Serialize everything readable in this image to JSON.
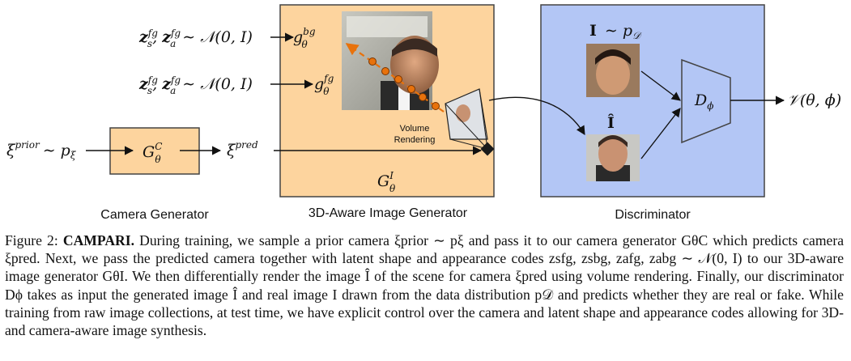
{
  "figure": {
    "modules": {
      "camera_generator": {
        "label": "Camera Generator",
        "symbol": "G",
        "sup": "C",
        "sub": "θ"
      },
      "image_generator": {
        "label": "3D-Aware Image Generator",
        "symbol": "G",
        "sup": "I",
        "sub": "θ"
      },
      "discriminator": {
        "label": "Discriminator",
        "symbol": "D",
        "sub": "ϕ"
      }
    },
    "inputs": {
      "bg_codes": "z",
      "fg_codes": "z",
      "prior": "ξ",
      "prior_sup": "prior",
      "prior_dist": "∼ p",
      "pred": "ξ",
      "pred_sup": "pred",
      "normal": "∼ 𝒩(0, I)"
    },
    "nodes": {
      "g_bg": "g",
      "g_bg_sup": "bg",
      "g_bg_sub": "θ",
      "g_fg": "g",
      "g_fg_sup": "fg",
      "g_fg_sub": "θ"
    },
    "volume_rendering": [
      "Volume",
      "Rendering"
    ],
    "real_label": "I ∼ p",
    "real_label_sub": "𝒟",
    "fake_label": "Î",
    "output": "𝒱(θ, ϕ)"
  },
  "caption": {
    "fig_no": "Figure 2:",
    "title": "CAMPARI.",
    "text": "During training, we sample a prior camera ξprior ∼ pξ and pass it to our camera generator GθC which predicts camera ξpred. Next, we pass the predicted camera together with latent shape and appearance codes zsfg, zsbg, zafg, zabg ∼ 𝒩(0, I) to our 3D-aware image generator GθI. We then differentially render the image Î of the scene for camera ξpred using volume rendering. Finally, our discriminator Dϕ takes as input the generated image Î and real image I drawn from the data distribution p𝒟 and predicts whether they are real or fake. While training from raw image collections, at test time, we have explicit control over the camera and latent shape and appearance codes allowing for 3D- and camera-aware image synthesis."
  },
  "colors": {
    "generator_fill": "#fdd49e",
    "discriminator_fill": "#b3c6f5",
    "box_stroke": "#444444",
    "ray_orange": "#e8720c"
  }
}
